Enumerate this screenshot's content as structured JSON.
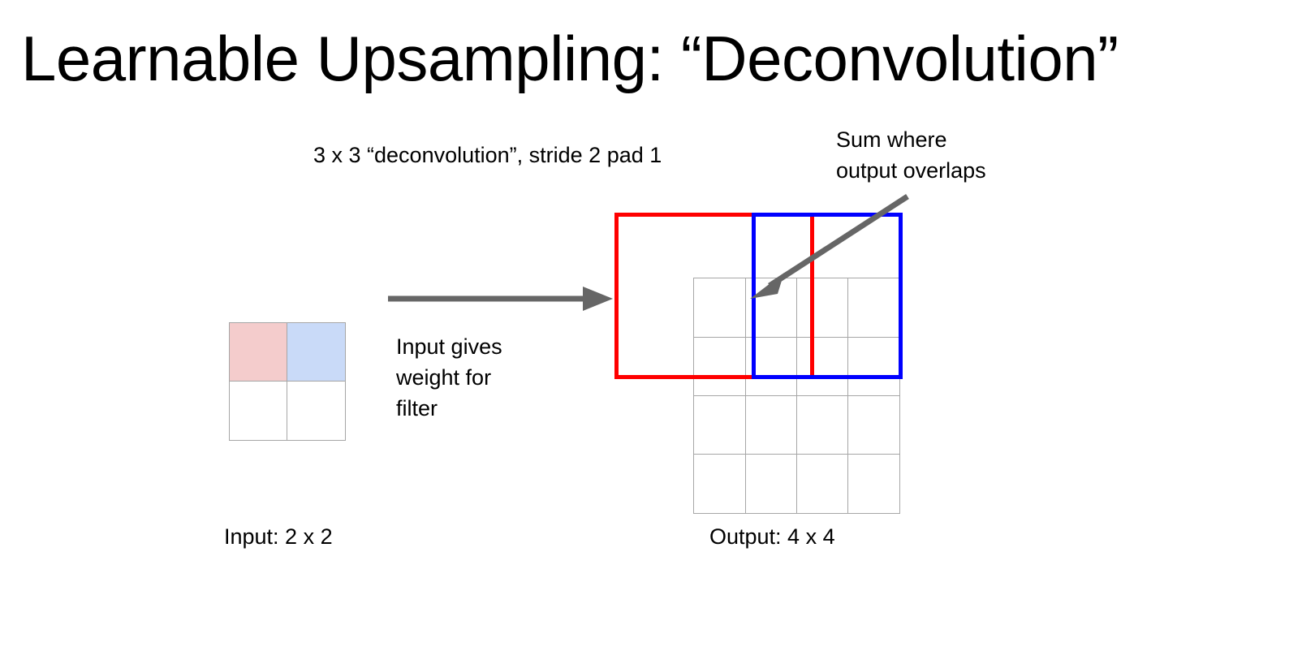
{
  "slide": {
    "title": "Learnable Upsampling: “Deconvolution”",
    "background_color": "#ffffff"
  },
  "annotations": {
    "subtitle": "3 x 3 “deconvolution”, stride 2 pad 1",
    "sum_note": "Sum where\noutput overlaps",
    "input_note": "Input gives\nweight for\nfilter",
    "input_caption": "Input: 2 x 2",
    "output_caption": "Output: 4 x 4"
  },
  "input_grid": {
    "rows": 2,
    "cols": 2,
    "border_color": "#a6a6a6",
    "cells": [
      {
        "name": "input-cell-r0c0",
        "fill": "#f4cccc"
      },
      {
        "name": "input-cell-r0c1",
        "fill": "#c9daf8"
      },
      {
        "name": "input-cell-r1c0",
        "fill": "#ffffff"
      },
      {
        "name": "input-cell-r1c1",
        "fill": "#ffffff"
      }
    ]
  },
  "output_grid": {
    "rows": 4,
    "cols": 4,
    "border_color": "#a6a6a6",
    "cells": [
      {
        "name": "output-cell-r0c0",
        "fill": "#ffffff"
      },
      {
        "name": "output-cell-r0c1",
        "fill": "#ffffff"
      },
      {
        "name": "output-cell-r0c2",
        "fill": "#ffffff"
      },
      {
        "name": "output-cell-r0c3",
        "fill": "#ffffff"
      },
      {
        "name": "output-cell-r1c0",
        "fill": "#ffffff"
      },
      {
        "name": "output-cell-r1c1",
        "fill": "#ffffff"
      },
      {
        "name": "output-cell-r1c2",
        "fill": "#ffffff"
      },
      {
        "name": "output-cell-r1c3",
        "fill": "#ffffff"
      },
      {
        "name": "output-cell-r2c0",
        "fill": "#ffffff"
      },
      {
        "name": "output-cell-r2c1",
        "fill": "#ffffff"
      },
      {
        "name": "output-cell-r2c2",
        "fill": "#ffffff"
      },
      {
        "name": "output-cell-r2c3",
        "fill": "#ffffff"
      },
      {
        "name": "output-cell-r3c0",
        "fill": "#ffffff"
      },
      {
        "name": "output-cell-r3c1",
        "fill": "#ffffff"
      },
      {
        "name": "output-cell-r3c2",
        "fill": "#ffffff"
      },
      {
        "name": "output-cell-r3c3",
        "fill": "#ffffff"
      }
    ]
  },
  "overlays": {
    "red_box": {
      "color": "#ff0000",
      "label": "red-filter-footprint"
    },
    "blue_box": {
      "color": "#0000ff",
      "label": "blue-filter-footprint"
    }
  },
  "arrows": {
    "flow_arrow": {
      "color": "#666666",
      "label": "input-to-output-arrow"
    },
    "callout_arrow": {
      "color": "#666666",
      "label": "sum-overlap-callout-arrow"
    }
  }
}
